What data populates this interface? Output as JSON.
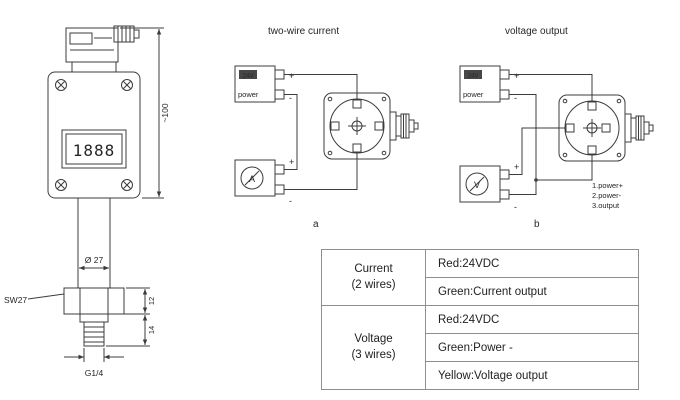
{
  "drawing": {
    "display": "1888",
    "dims": {
      "height": "~100",
      "diameter": "Ø 27",
      "nut_height": "12",
      "thread_length": "14"
    },
    "labels": {
      "wrench": "SW27",
      "thread": "G1/4"
    }
  },
  "diagram_a": {
    "title": "two-wire current",
    "power": {
      "badge": "24V",
      "label": "power",
      "plus": "+",
      "minus": "-"
    },
    "meter": {
      "label": "A",
      "plus": "+",
      "minus": "-"
    },
    "caption": "a"
  },
  "diagram_b": {
    "title": "voltage output",
    "power": {
      "badge": "24V",
      "label": "power",
      "plus": "+",
      "minus": "-"
    },
    "meter": {
      "label": "V",
      "plus": "+",
      "minus": "-"
    },
    "pins": [
      "1.power+",
      "2.power-",
      "3.output"
    ],
    "caption": "b"
  },
  "table": {
    "rows": [
      {
        "label": "Current\n(2 wires)",
        "values": [
          "Red:24VDC",
          "Green:Current output"
        ]
      },
      {
        "label": "Voltage\n(3 wires)",
        "values": [
          "Red:24VDC",
          "Green:Power -",
          "Yellow:Voltage output"
        ]
      }
    ]
  },
  "colors": {
    "line": "#3c3c3c",
    "table_border": "#8f8f8f",
    "text": "#222222"
  }
}
